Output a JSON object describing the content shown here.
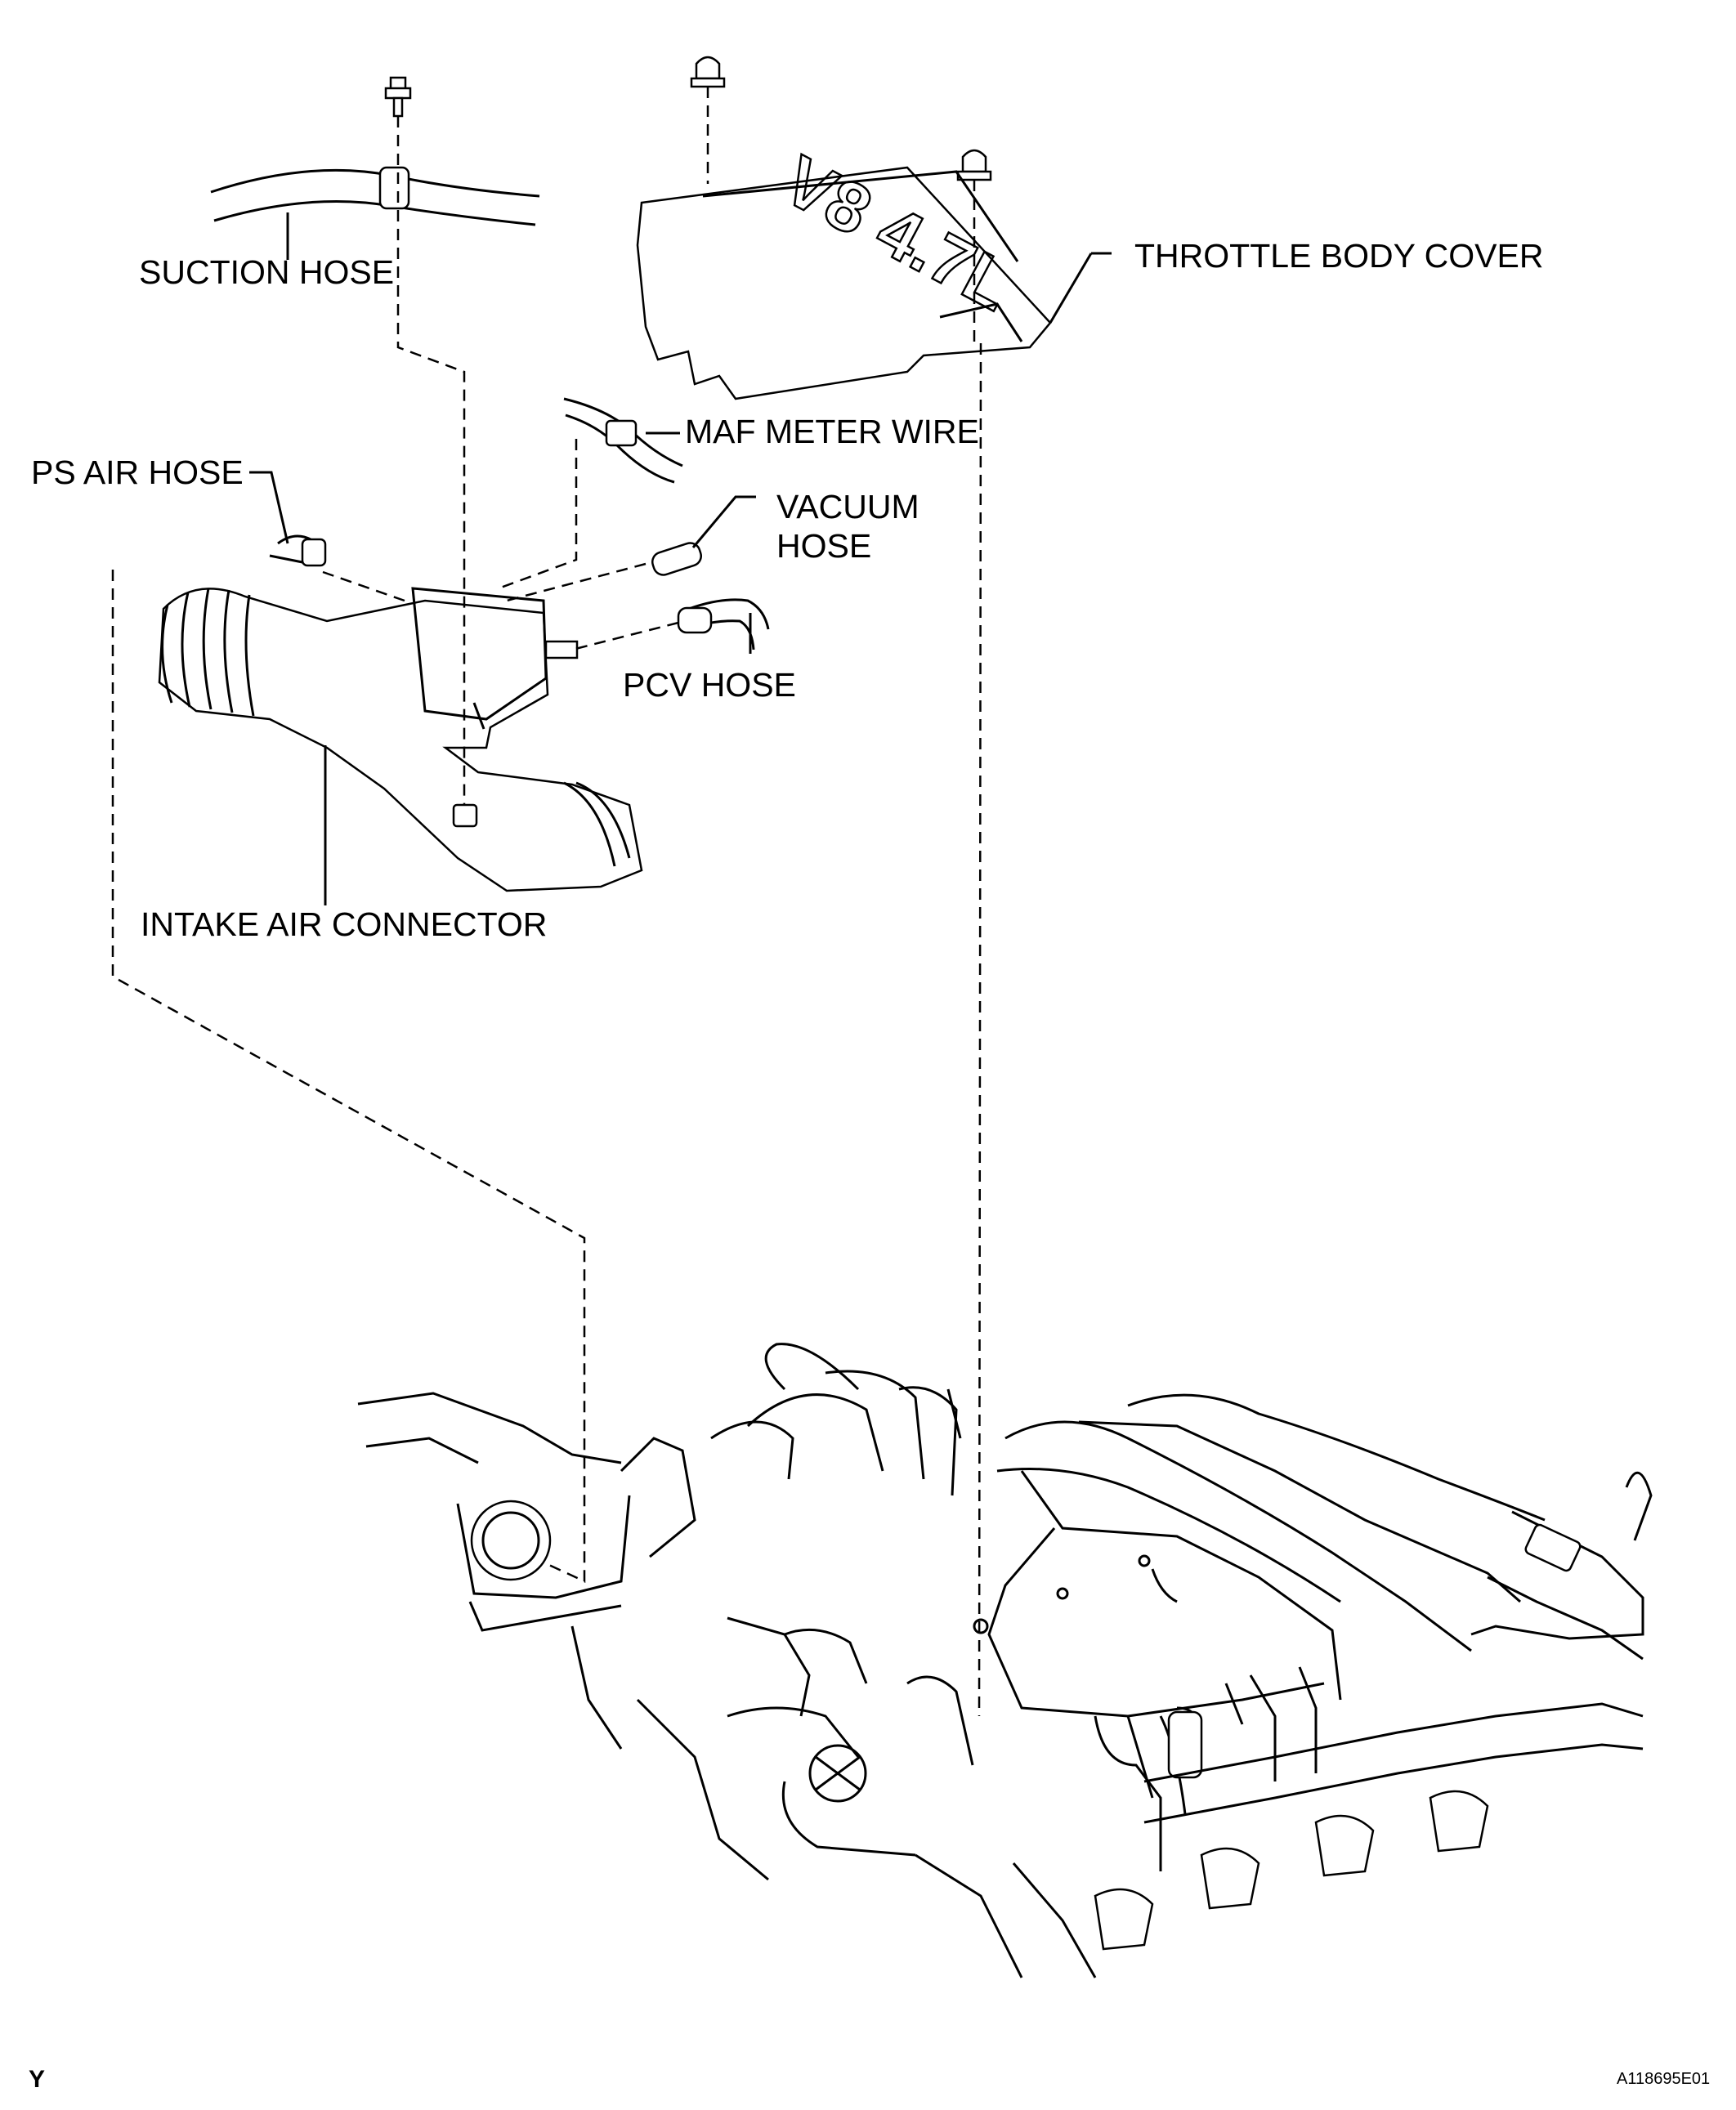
{
  "labels": {
    "suction_hose": "SUCTION HOSE",
    "throttle_body_cover": "THROTTLE BODY COVER",
    "maf_meter_wire": "MAF METER WIRE",
    "ps_air_hose": "PS AIR HOSE",
    "vacuum_hose_line1": "VACUUM",
    "vacuum_hose_line2": "HOSE",
    "pcv_hose": "PCV HOSE",
    "intake_air_connector": "INTAKE AIR CONNECTOR"
  },
  "cover_marking": "V8 4.7L",
  "corner_mark": "Y",
  "figure_code": "A118695E01"
}
